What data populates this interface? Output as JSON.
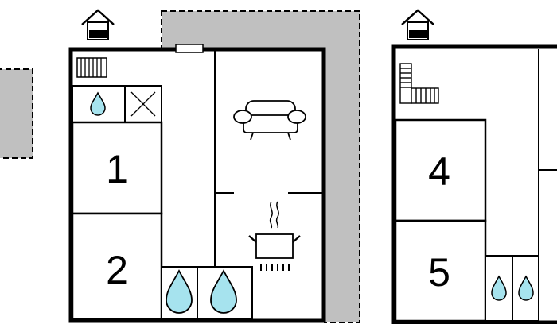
{
  "rooms": {
    "r1": "1",
    "r2": "2",
    "r4": "4",
    "r5": "5"
  },
  "icons": {
    "floor_marker": "house-floor-marker-icon",
    "radiator": "radiator-icon",
    "stairs": "stairs-icon",
    "sofa": "sofa-icon",
    "cooking": "cooking-pot-icon",
    "sink": "water-drop-icon",
    "toilet": "water-drop-icon",
    "window": "window-icon"
  },
  "colors": {
    "wall": "#000000",
    "terrace": "#c0c0c0",
    "water": "#a6e3ee"
  }
}
